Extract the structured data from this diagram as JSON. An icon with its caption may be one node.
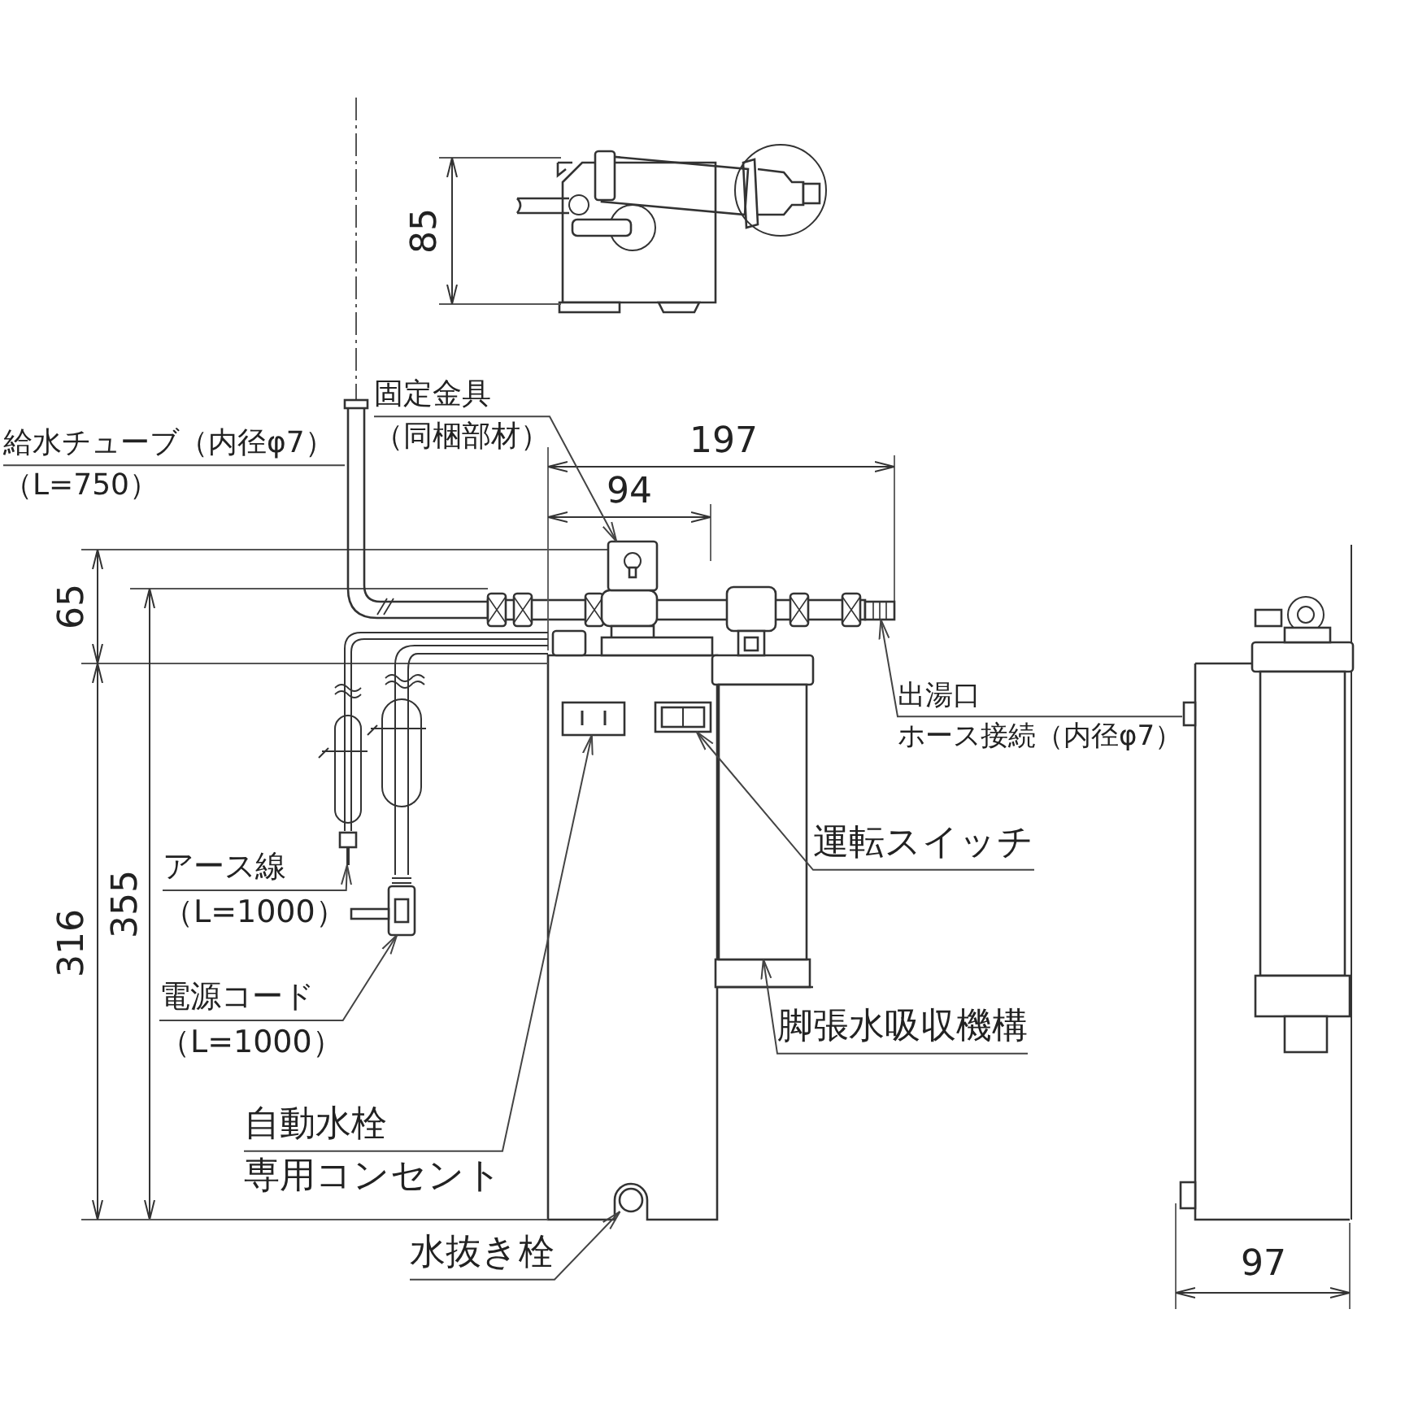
{
  "diagram": {
    "nodes": [
      {
        "text": [
          "給水チューブ（内径φ7）",
          "（L=750）"
        ]
      },
      {
        "text": [
          "固定金具",
          "（同梱部材）"
        ]
      },
      {
        "text": [
          "出湯口",
          "ホース接続（内径φ7）"
        ]
      },
      {
        "text": [
          "運転スイッチ"
        ]
      },
      {
        "text": [
          "脚張水吸収機構"
        ]
      },
      {
        "text": [
          "アース線",
          "（L=1000）"
        ]
      },
      {
        "text": [
          "電源コード",
          "（L=1000）"
        ]
      },
      {
        "text": [
          "自動水栓",
          "専用コンセント"
        ]
      },
      {
        "text": [
          "水抜き栓"
        ]
      },
      {
        "text": [],
        "shape": "picture"
      },
      {
        "text": [],
        "shape": "picture"
      },
      {
        "text": [],
        "shape": "picture"
      },
      {
        "text": [],
        "shape": "picture"
      },
      {
        "text": [],
        "shape": "box"
      },
      {
        "text": [],
        "shape": "picture"
      },
      {
        "text": [],
        "shape": "picture"
      },
      {
        "text": [],
        "shape": "picture"
      },
      {
        "text": [],
        "shape": "circle"
      }
    ],
    "edges": [
      {
        "from": 0,
        "to": 9,
        "arrow": "none"
      },
      {
        "from": 1,
        "to": 10,
        "arrow": "to"
      },
      {
        "from": 2,
        "to": 11,
        "arrow": "to"
      },
      {
        "from": 3,
        "to": 12,
        "arrow": "to"
      },
      {
        "from": 4,
        "to": 13,
        "arrow": "to"
      },
      {
        "from": 5,
        "to": 14,
        "arrow": "to"
      },
      {
        "from": 6,
        "to": 15,
        "arrow": "to"
      },
      {
        "from": 7,
        "to": 16,
        "arrow": "to"
      },
      {
        "from": 8,
        "to": 17,
        "arrow": "to"
      }
    ],
    "labels": [
      "85",
      "197",
      "94",
      "65",
      "355",
      "316",
      "97"
    ]
  }
}
